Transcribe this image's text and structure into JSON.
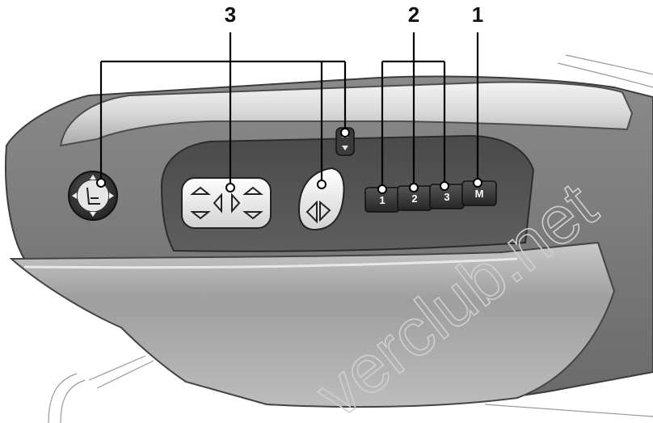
{
  "callouts": {
    "one": "1",
    "two": "2",
    "three": "3"
  },
  "buttons": {
    "memory_1": "1",
    "memory_2": "2",
    "memory_3": "3",
    "memory_set": "M"
  },
  "watermark": "verclub.net",
  "colors": {
    "panel_dark": "#5b5b5b",
    "panel_mid": "#8e8e8e",
    "trim_light": "#d9d9d9",
    "button_dark": "#3a3a3a",
    "switch_light": "#f2f2f2"
  }
}
